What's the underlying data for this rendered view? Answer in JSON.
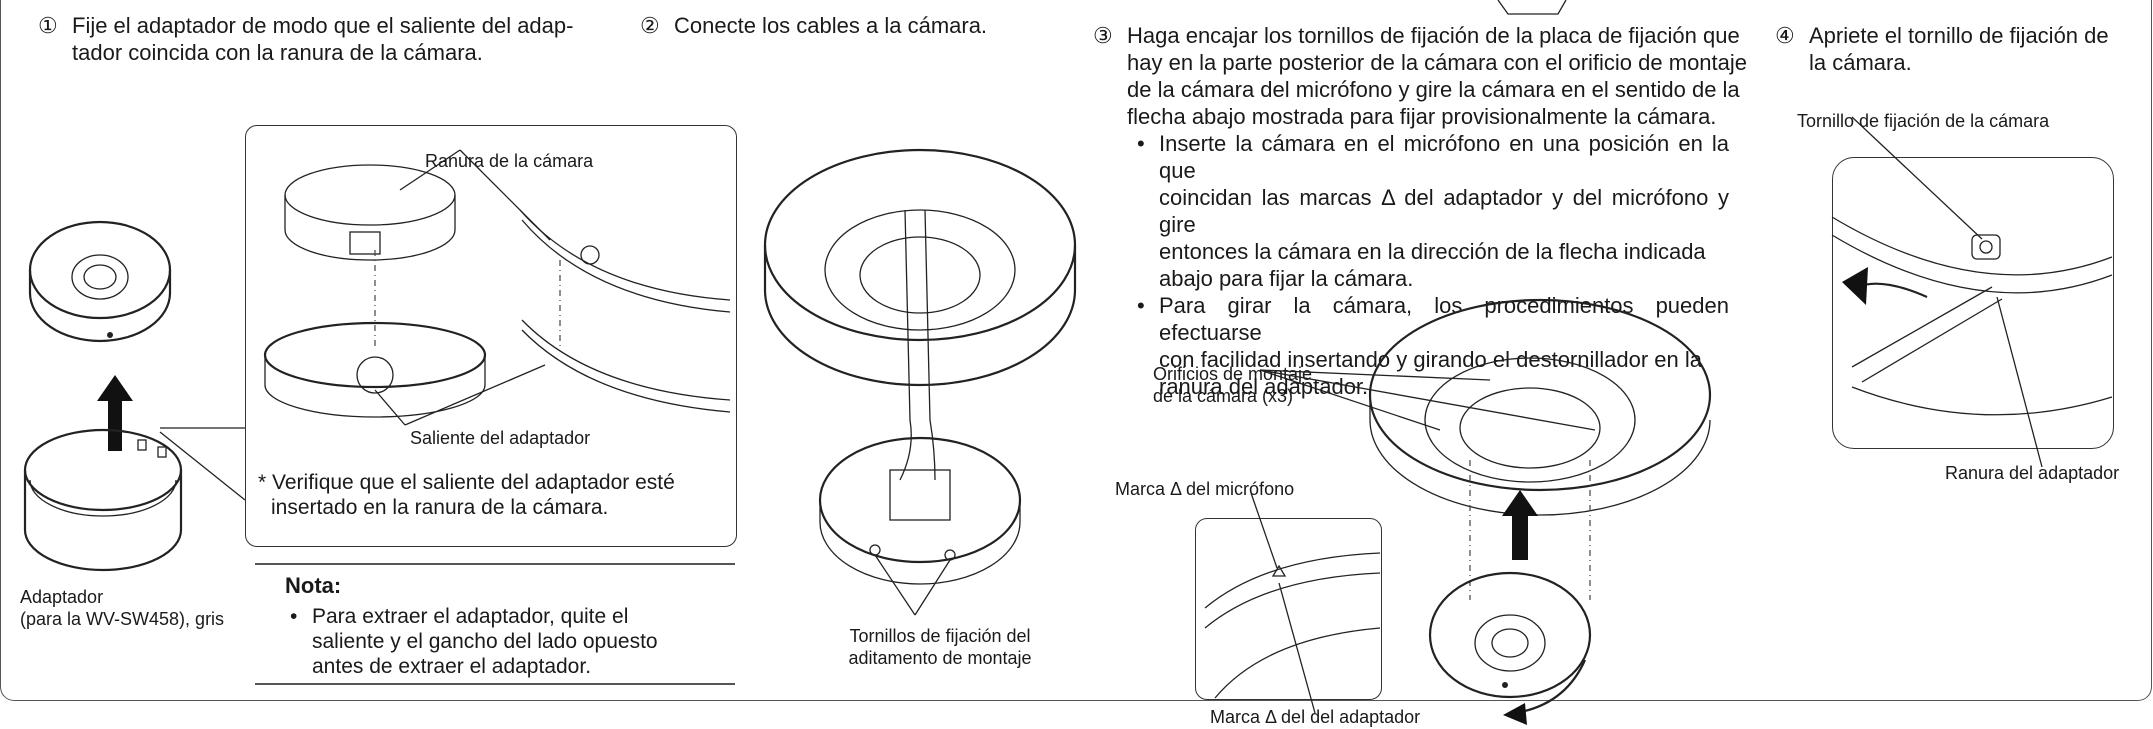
{
  "step1": {
    "num": "①",
    "line1": "Fije el adaptador de modo que el saliente del adap-",
    "line2": "tador coincida con la ranura de la cámara."
  },
  "step2": {
    "num": "②",
    "text": "Conecte los cables a la cámara."
  },
  "step3": {
    "num": "③",
    "lines": [
      "Haga encajar los tornillos de fijación de la placa de fijación que",
      "hay en la parte posterior de la cámara con el orificio de montaje",
      "de la cámara del micrófono y gire la cámara en el sentido de la",
      "flecha abajo mostrada para fijar provisionalmente la cámara."
    ],
    "bullet1": [
      "Inserte la cámara en el micrófono en una posición en la que",
      "coincidan las marcas Δ del adaptador y del micrófono y gire",
      "entonces la cámara en la dirección de la flecha indicada",
      "abajo para fijar la cámara."
    ],
    "bullet2": [
      "Para girar la cámara, los procedimientos pueden efectuarse",
      "con facilidad insertando y girando el destornillador en la",
      "ranura del adaptador."
    ]
  },
  "step4": {
    "num": "④",
    "line1": "Apriete el tornillo de fijación de",
    "line2": "la cámara."
  },
  "labels": {
    "ranura_camara": "Ranura de la cámara",
    "saliente": "Saliente del adaptador",
    "verifique1": "* Verifique que el saliente del adaptador esté",
    "verifique2": "insertado en la ranura de la cámara.",
    "adaptador1": "Adaptador",
    "adaptador2": "(para la WV-SW458), gris",
    "tornillos1": "Tornillos de fijación del",
    "tornillos2": "aditamento de montaje",
    "orificios1": "Orificios de montaje",
    "orificios2": "de la cámara (x3)",
    "marca_mic": "Marca Δ del micrófono",
    "marca_adapt": "Marca Δ del del adaptador",
    "tornillo_fij": "Tornillo de fijación de la cámara",
    "ranura_adapt": "Ranura del adaptador"
  },
  "nota": {
    "title": "Nota:",
    "lines": [
      "Para extraer el adaptador, quite el",
      "saliente y el gancho del lado opuesto",
      "antes de extraer el adaptador."
    ]
  }
}
